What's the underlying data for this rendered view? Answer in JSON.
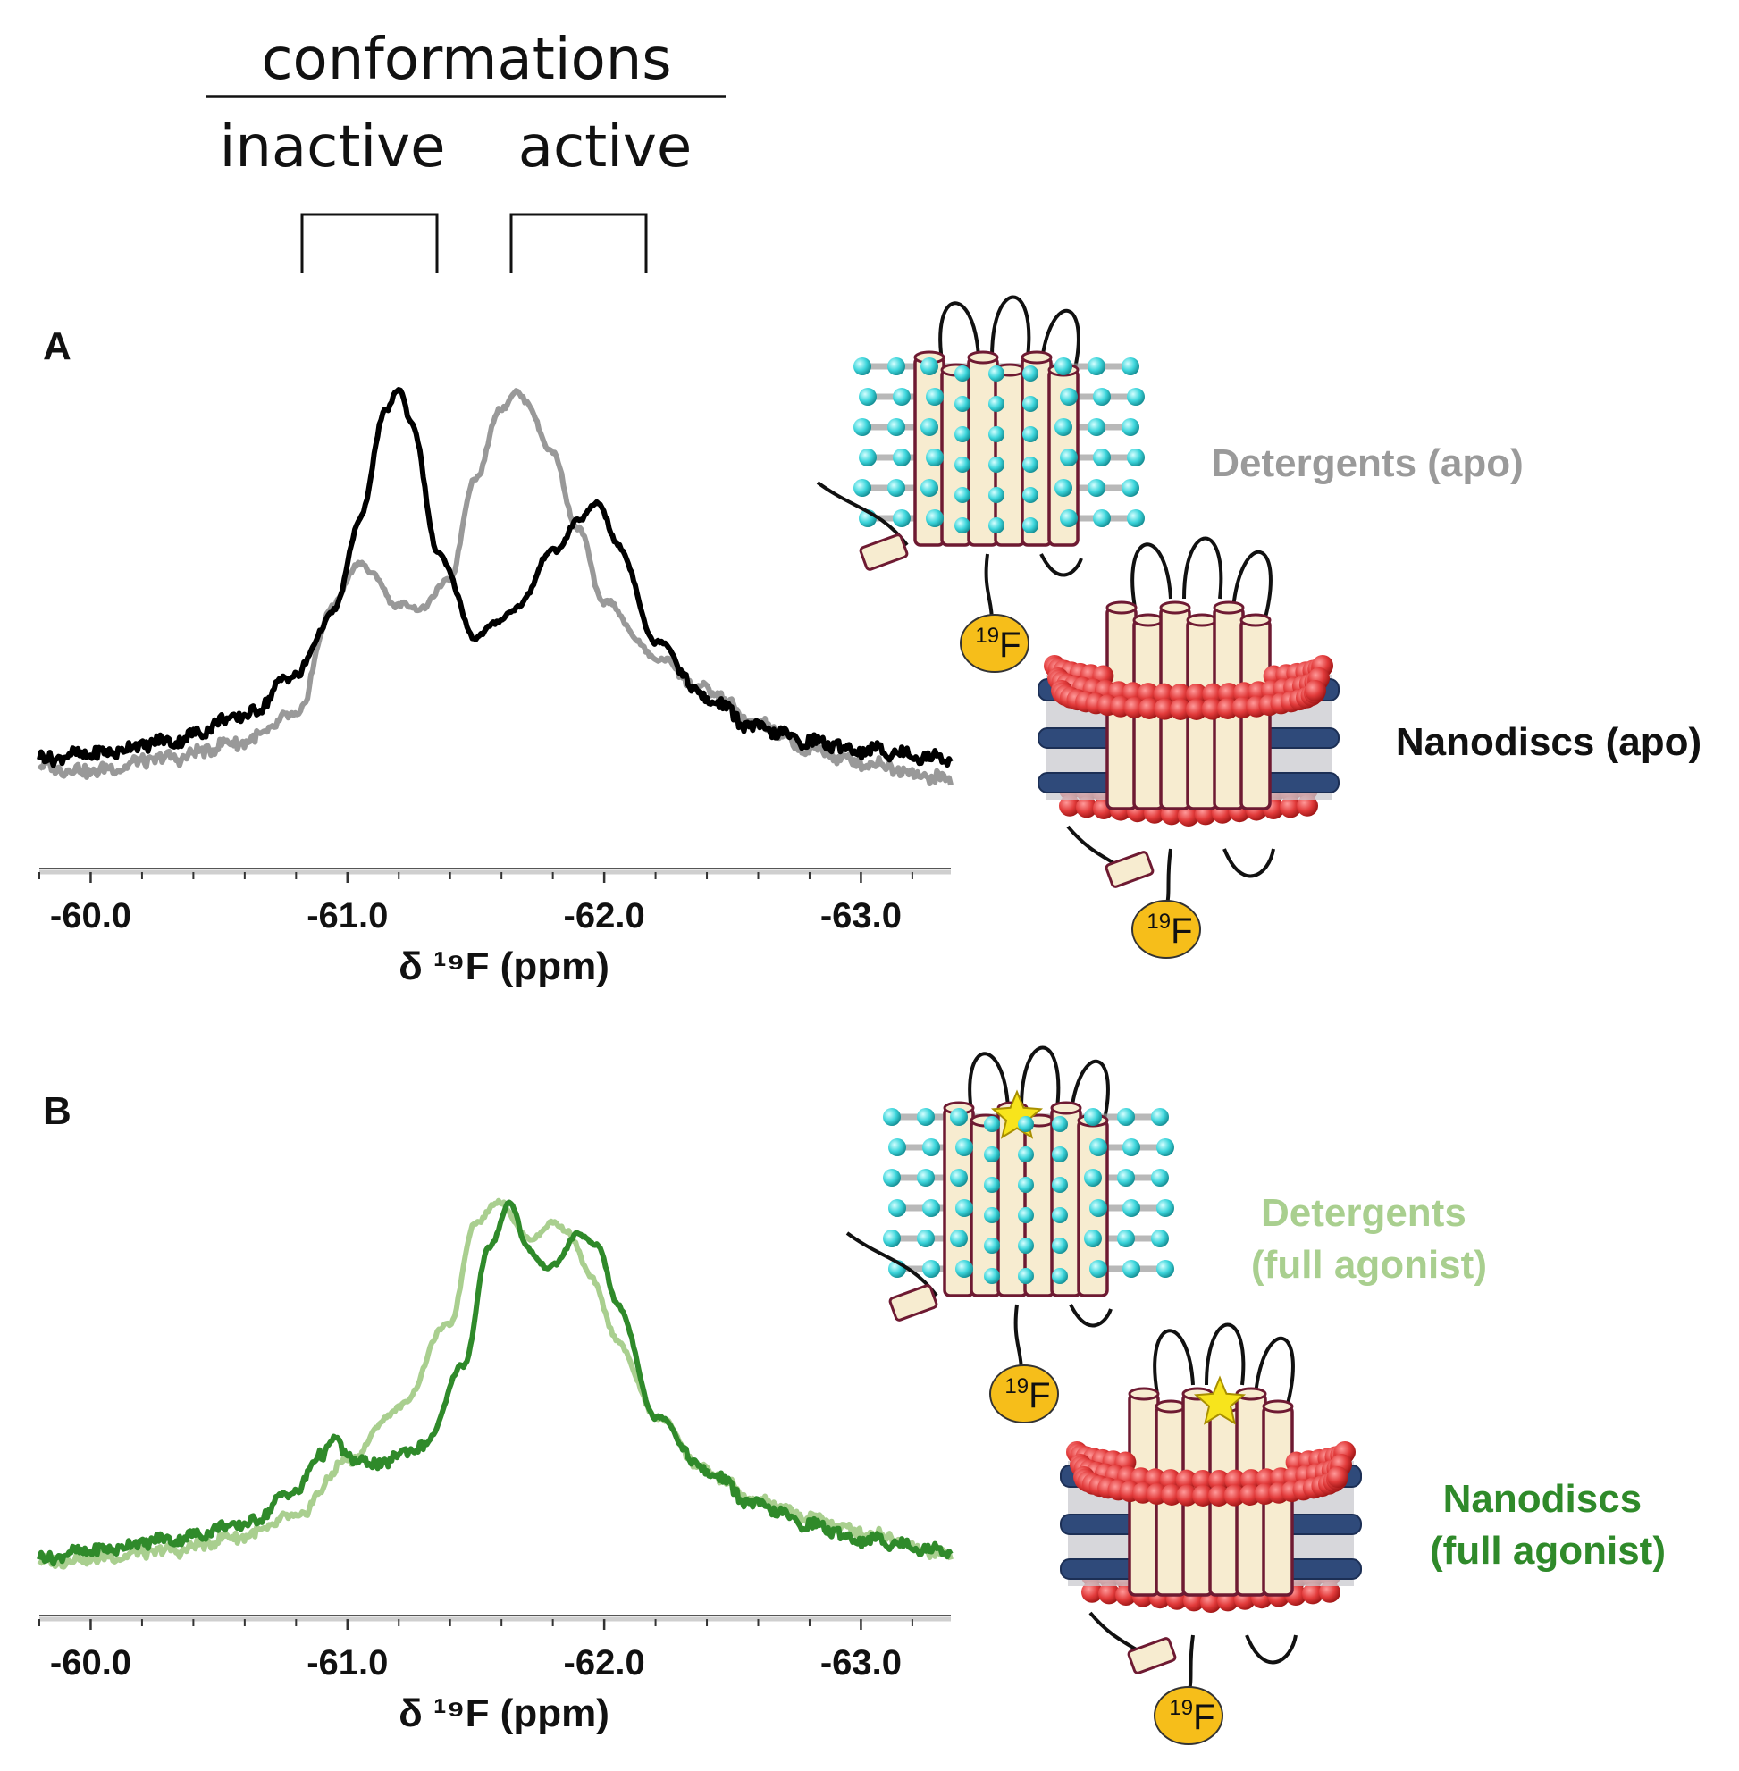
{
  "header": {
    "title": "conformations",
    "inactive_label": "inactive",
    "active_label": "active"
  },
  "fluorine_label": "F",
  "fluorine_superscript": "19",
  "colors": {
    "detergent_apo": "#999999",
    "nanodisc_apo": "#000000",
    "detergent_agonist": "#a9cf8f",
    "nanodisc_agonist": "#2f8a2a",
    "lipid_head": "#e23b3b",
    "detergent_head": "#3ed6dc",
    "scaffold": "#2f4a7a",
    "helix_fill": "#f7ecd0",
    "helix_edge": "#6e1a32",
    "f_label_fill": "#f6be1a",
    "ligand": "#f7e41c"
  },
  "panels": [
    {
      "label": "A",
      "legend": [
        {
          "text": "Detergents (apo)",
          "color": "#999999",
          "kind": "detergent"
        },
        {
          "text": "Nanodiscs (apo)",
          "color": "#111111",
          "kind": "nanodisc"
        }
      ]
    },
    {
      "label": "B",
      "legend": [
        {
          "text": "Detergents\n(full agonist)",
          "color": "#a9cf8f",
          "kind": "detergent"
        },
        {
          "text": "Nanodiscs\n(full agonist)",
          "color": "#2f8a2a",
          "kind": "nanodisc"
        }
      ]
    }
  ],
  "chart_data": [
    {
      "type": "line",
      "panel": "A",
      "xlabel": "δ ¹⁹F (ppm)",
      "xlim": [
        -59.8,
        -63.35
      ],
      "ylim": [
        0,
        1
      ],
      "x_ticks": [
        -60.0,
        -61.0,
        -62.0,
        -63.0
      ],
      "x_tick_labels": [
        "-60.0",
        "-61.0",
        "-62.0",
        "-63.0"
      ],
      "series": [
        {
          "name": "Detergents (apo)",
          "color": "#999999",
          "x": [
            -59.8,
            -60.0,
            -60.3,
            -60.6,
            -60.8,
            -60.95,
            -61.05,
            -61.1,
            -61.2,
            -61.3,
            -61.4,
            -61.5,
            -61.6,
            -61.65,
            -61.7,
            -61.8,
            -61.9,
            -62.0,
            -62.2,
            -62.4,
            -62.6,
            -62.8,
            -63.0,
            -63.35
          ],
          "y": [
            0.11,
            0.1,
            0.13,
            0.17,
            0.23,
            0.5,
            0.6,
            0.56,
            0.49,
            0.49,
            0.56,
            0.8,
            0.96,
            1.0,
            0.97,
            0.85,
            0.67,
            0.5,
            0.37,
            0.29,
            0.21,
            0.15,
            0.12,
            0.08
          ]
        },
        {
          "name": "Nanodiscs (apo)",
          "color": "#000000",
          "x": [
            -59.8,
            -60.0,
            -60.3,
            -60.6,
            -60.8,
            -60.95,
            -61.05,
            -61.15,
            -61.2,
            -61.25,
            -61.35,
            -61.5,
            -61.65,
            -61.8,
            -61.9,
            -61.97,
            -62.05,
            -62.2,
            -62.4,
            -62.6,
            -62.8,
            -63.0,
            -63.35
          ],
          "y": [
            0.13,
            0.14,
            0.17,
            0.23,
            0.33,
            0.48,
            0.7,
            0.96,
            1.0,
            0.93,
            0.62,
            0.42,
            0.48,
            0.62,
            0.69,
            0.74,
            0.64,
            0.41,
            0.27,
            0.2,
            0.17,
            0.15,
            0.13
          ]
        }
      ]
    },
    {
      "type": "line",
      "panel": "B",
      "xlabel": "δ ¹⁹F (ppm)",
      "xlim": [
        -59.8,
        -63.35
      ],
      "ylim": [
        0,
        1
      ],
      "x_ticks": [
        -60.0,
        -61.0,
        -62.0,
        -63.0
      ],
      "x_tick_labels": [
        "-60.0",
        "-61.0",
        "-62.0",
        "-63.0"
      ],
      "series": [
        {
          "name": "Detergents (full agonist)",
          "color": "#a9cf8f",
          "x": [
            -59.8,
            -60.0,
            -60.3,
            -60.6,
            -60.8,
            -61.0,
            -61.2,
            -61.4,
            -61.5,
            -61.6,
            -61.7,
            -61.8,
            -61.85,
            -61.95,
            -62.05,
            -62.2,
            -62.4,
            -62.6,
            -62.8,
            -63.0,
            -63.35
          ],
          "y": [
            0.04,
            0.05,
            0.07,
            0.11,
            0.16,
            0.31,
            0.45,
            0.68,
            0.95,
            1.0,
            0.9,
            0.94,
            0.93,
            0.8,
            0.63,
            0.43,
            0.28,
            0.2,
            0.16,
            0.12,
            0.06
          ]
        },
        {
          "name": "Nanodiscs (full agonist)",
          "color": "#2f8a2a",
          "x": [
            -59.8,
            -60.0,
            -60.3,
            -60.6,
            -60.8,
            -60.9,
            -60.95,
            -61.0,
            -61.1,
            -61.3,
            -61.45,
            -61.55,
            -61.63,
            -61.7,
            -61.78,
            -61.9,
            -61.97,
            -62.05,
            -62.2,
            -62.4,
            -62.6,
            -62.8,
            -63.0,
            -63.35
          ],
          "y": [
            0.05,
            0.07,
            0.1,
            0.14,
            0.23,
            0.33,
            0.37,
            0.32,
            0.3,
            0.35,
            0.56,
            0.87,
            1.0,
            0.88,
            0.82,
            0.91,
            0.89,
            0.73,
            0.43,
            0.28,
            0.19,
            0.14,
            0.1,
            0.07
          ]
        }
      ]
    }
  ]
}
